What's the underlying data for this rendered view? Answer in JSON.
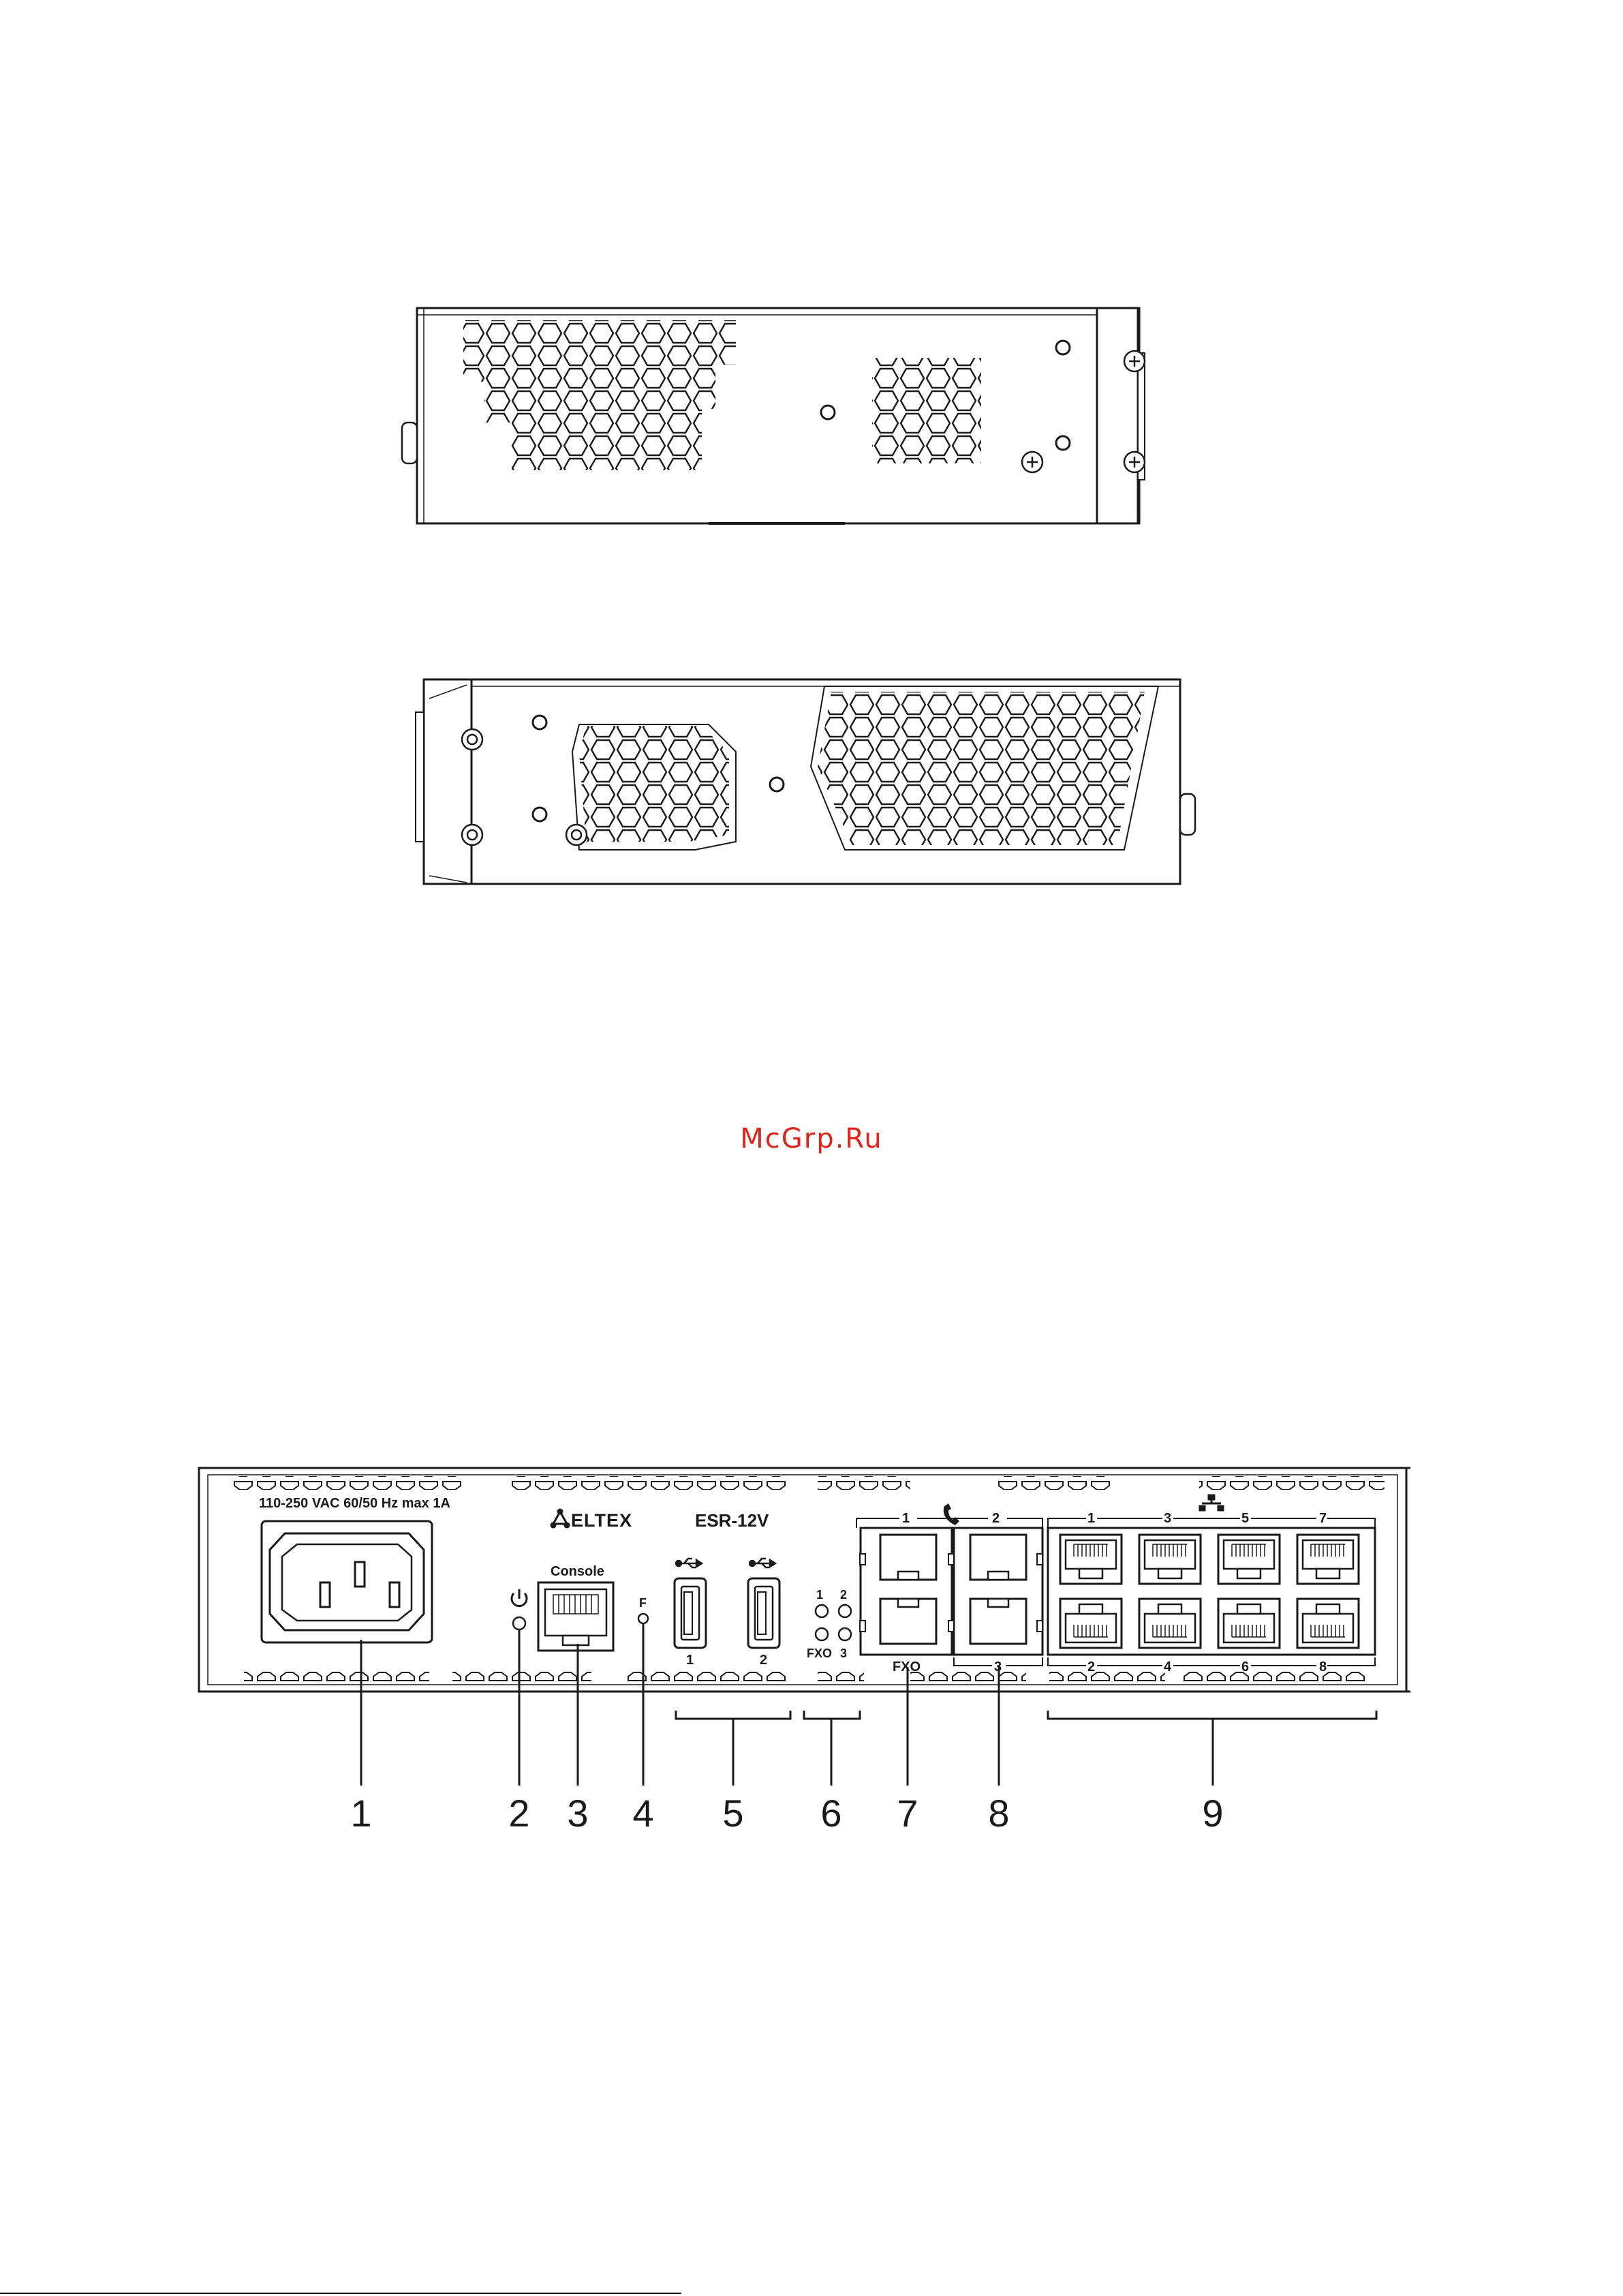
{
  "watermark": "McGrp.Ru",
  "front_panel": {
    "power_rating": "110-250 VAC 60/50 Hz max 1A",
    "brand": "ELTEX",
    "model": "ESR-12V",
    "console_label": "Console",
    "led_f_label": "F",
    "usb_port_numbers": [
      "1",
      "2"
    ],
    "fxo_led_numbers": [
      "1",
      "2",
      "3"
    ],
    "fxo_led_label": "FXO",
    "fxs_top_numbers": [
      "1",
      "2"
    ],
    "fxs_bottom_number": "3",
    "fxo_port_label": "FXO",
    "lan_top_numbers": [
      "1",
      "3",
      "5",
      "7"
    ],
    "lan_bottom_numbers": [
      "2",
      "4",
      "6",
      "8"
    ]
  },
  "callouts": [
    "1",
    "2",
    "3",
    "4",
    "5",
    "6",
    "7",
    "8",
    "9"
  ],
  "icons": {
    "power": "power-icon",
    "usb": "usb-icon",
    "phone": "phone-icon",
    "network": "network-icon"
  },
  "colors": {
    "line": "#1a1a1a",
    "watermark": "#e0241b"
  }
}
